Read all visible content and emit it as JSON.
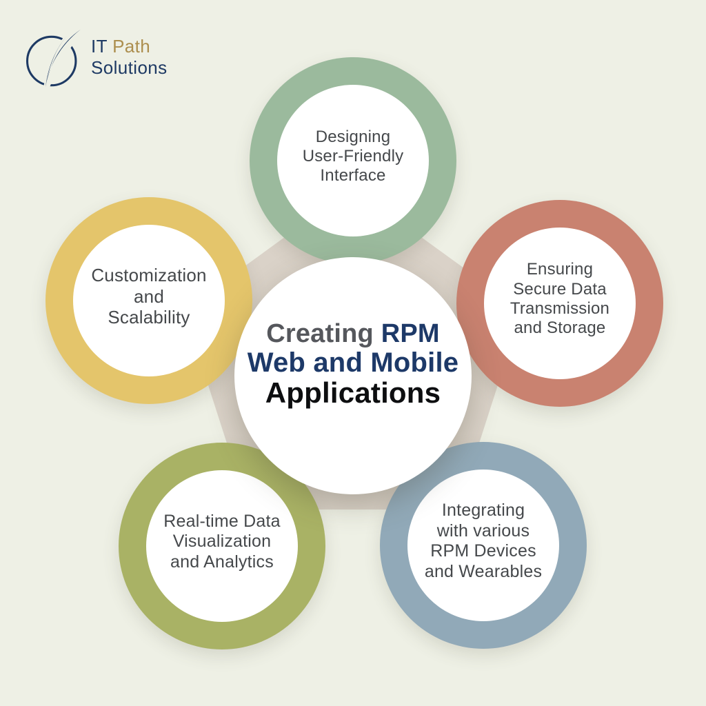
{
  "title": "Creating RPM Web and Mobile Applications",
  "colors": {
    "background": "#eef0e5",
    "backdrop": "#dad2c8",
    "label_text": "#45484b",
    "white": "#ffffff"
  },
  "logo": {
    "it": "IT",
    "path": "Path",
    "solutions": "Solutions",
    "navy": "#1e3a64",
    "gold": "#ac8e4e",
    "mark": "crescent-swoosh-icon"
  },
  "center": {
    "creating": "Creating ",
    "rpm": "RPM",
    "line2": "Web and Mobile",
    "line3": "Applications",
    "creating_color": "#55575c",
    "navy": "#1d3968",
    "black": "#0d0e10"
  },
  "nodes": [
    {
      "id": "designing-user-friendly-interface",
      "position": "top",
      "color": "#9bba9d",
      "lines": [
        "Designing",
        "User-Friendly",
        "Interface"
      ]
    },
    {
      "id": "ensuring-secure-data",
      "position": "right",
      "color": "#c98270",
      "lines": [
        "Ensuring",
        "Secure Data",
        "Transmission",
        "and Storage"
      ]
    },
    {
      "id": "integrating-rpm-devices",
      "position": "bottom-right",
      "color": "#91a9b8",
      "lines": [
        "Integrating",
        "with various",
        "RPM Devices",
        "and Wearables"
      ]
    },
    {
      "id": "realtime-data-visualization",
      "position": "bottom-left",
      "color": "#a9b265",
      "lines": [
        "Real-time Data",
        "Visualization",
        "and Analytics"
      ]
    },
    {
      "id": "customization-scalability",
      "position": "left",
      "color": "#e4c56b",
      "lines": [
        "Customization",
        "and",
        "Scalability"
      ]
    }
  ]
}
